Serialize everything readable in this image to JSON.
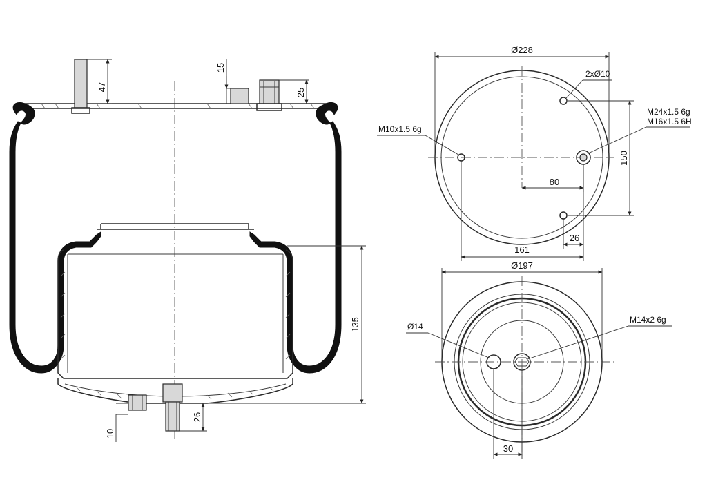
{
  "side_view": {
    "dim_stud_height": "47",
    "dim_pin_height": "15",
    "dim_fitting_height": "25",
    "dim_piston_height": "135",
    "dim_bottom_stud": "26",
    "dim_bottom_offset": "10"
  },
  "top_view": {
    "dim_diameter": "Ø228",
    "dim_holes": "2xØ10",
    "thread_left": "M10x1.5 6g",
    "thread_air_1": "M24x1.5 6g",
    "thread_air_2": "M16x1.5 6H",
    "dim_vertical": "150",
    "dim_offset": "80",
    "dim_width": "161",
    "dim_small": "26"
  },
  "bottom_view": {
    "dim_diameter": "Ø197",
    "dim_hole": "Ø14",
    "thread": "M14x2 6g",
    "dim_spacing": "30"
  }
}
